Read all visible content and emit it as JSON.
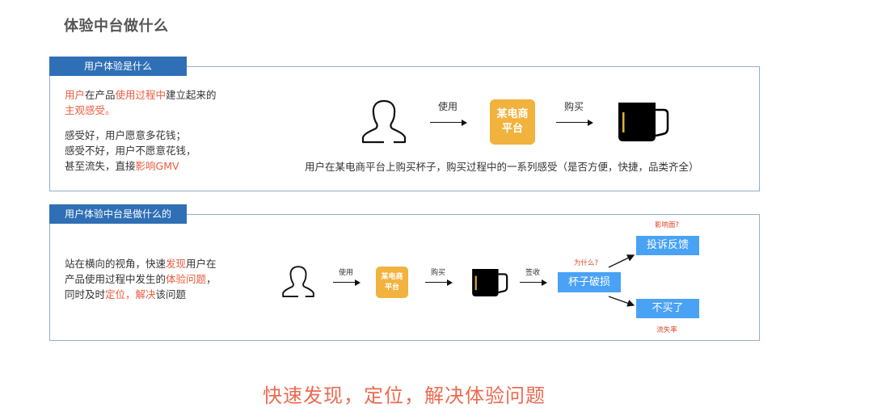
{
  "page": {
    "title": "体验中台做什么"
  },
  "section1": {
    "tab_label": "用户体验是什么",
    "definition": [
      {
        "text": "用户",
        "hl": true
      },
      {
        "text": "在产品",
        "hl": false
      },
      {
        "text": "使用过程中",
        "hl": true
      },
      {
        "text": "建立起来的",
        "hl": false
      }
    ],
    "definition_line2": "主观感受。",
    "line3": "感受好，用户愿意多花钱；",
    "line4": "感受不好，用户不愿意花钱，",
    "line5_prefix": "甚至流失，直接",
    "line5_hl": "影响GMV",
    "flow": {
      "user_icon": "user-icon",
      "arrow1_label": "使用",
      "platform_label_1": "某电商",
      "platform_label_2": "平台",
      "arrow2_label": "购买",
      "cup_icon": "cup-icon"
    },
    "caption": "用户在某电商平台上购买杯子，购买过程中的一系列感受（是否方便，快捷，品类齐全）"
  },
  "section2": {
    "tab_label": "用户体验中台是做什么的",
    "line1_a": "站在横向的视角，快速",
    "line1_hl": "发现",
    "line1_b": "用户在",
    "line2_a": "产品使用过程中发生的",
    "line2_hl": "体验问题",
    "line2_b": "，",
    "line3_a": "同时及时",
    "line3_hl": "定位，解决",
    "line3_b": "该问题",
    "flow": {
      "arrow1_label": "使用",
      "platform_label_1": "某电商",
      "platform_label_2": "平台",
      "arrow2_label": "购买",
      "arrow3_label": "签收",
      "event_label": "杯子破损",
      "why_note": "为什么?",
      "branch1_label": "投诉反馈",
      "branch1_note": "影响面?",
      "branch2_label": "不买了",
      "branch2_note": "流失率"
    }
  },
  "footer": {
    "slogan": "快速发现，定位，解决体验问题"
  },
  "colors": {
    "tab_blue": "#2f6fb5",
    "box_border": "#8fb0cc",
    "highlight_red": "#ec5b3e",
    "platform_orange": "#f2b23e",
    "event_blue": "#4aa2f5",
    "cup_black": "#000000",
    "cup_stripe": "#e0b040"
  }
}
